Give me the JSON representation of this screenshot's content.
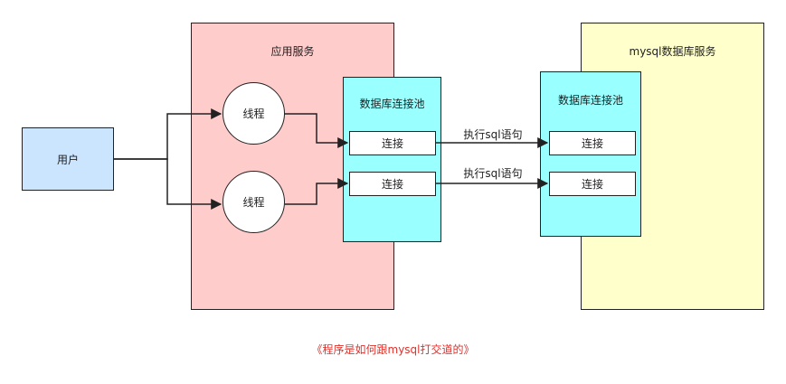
{
  "app_service": {
    "title": "应用服务"
  },
  "mysql_service": {
    "title": "mysql数据库服务"
  },
  "user": {
    "label": "用户"
  },
  "threads": [
    "线程",
    "线程"
  ],
  "pool_left": {
    "title": "数据库连接池",
    "connections": [
      "连接",
      "连接"
    ]
  },
  "pool_right": {
    "title": "数据库连接池",
    "connections": [
      "连接",
      "连接"
    ]
  },
  "edges": [
    "执行sql语句",
    "执行sql语句"
  ],
  "caption": "《程序是如何跟mysql打交道的》",
  "colors": {
    "app_service_fill": "#ffcccc",
    "mysql_service_fill": "#ffffcc",
    "user_fill": "#cce5ff",
    "pool_fill": "#99ffff",
    "caption_text": "#e0312b",
    "line": "#222222"
  }
}
